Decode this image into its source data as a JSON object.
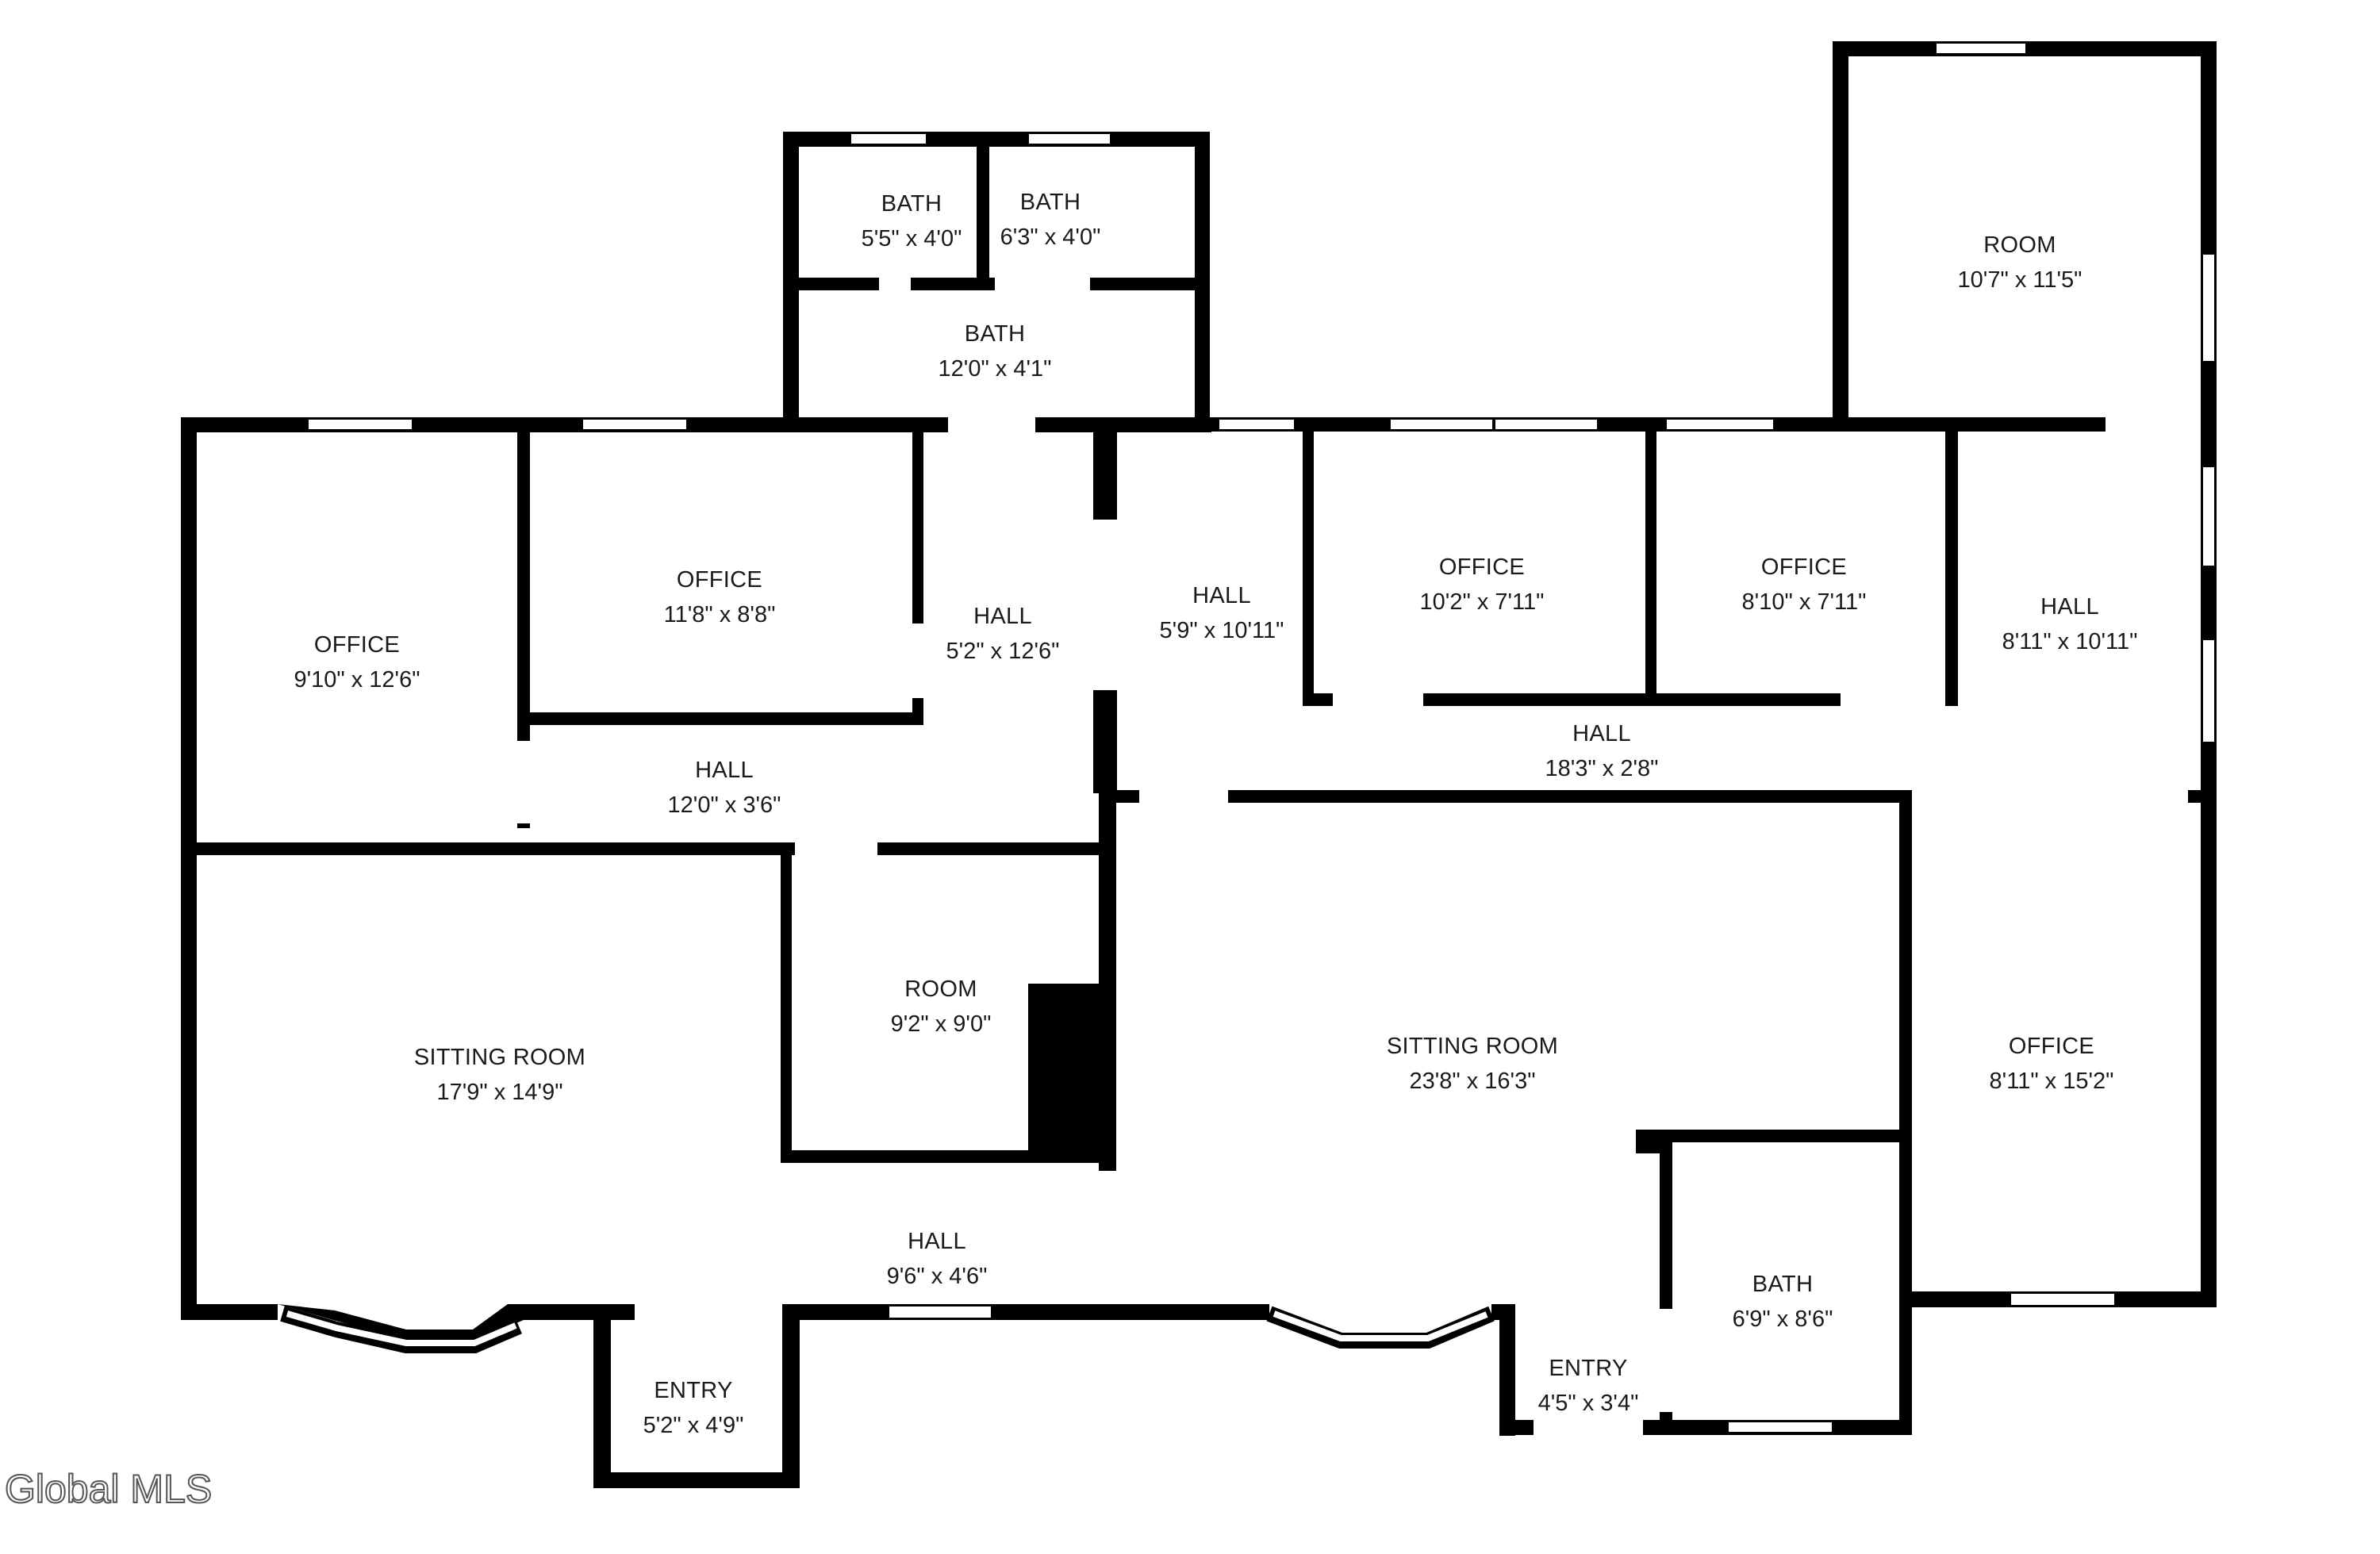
{
  "watermark": "Global MLS",
  "colors": {
    "wall": "#000000",
    "window": "#cfcfcf",
    "text": "#1a1a1a",
    "background": "#ffffff"
  },
  "rooms": [
    {
      "id": "bath-a",
      "name": "BATH",
      "dims": "5'5\" x 4'0\""
    },
    {
      "id": "bath-b",
      "name": "BATH",
      "dims": "6'3\" x 4'0\""
    },
    {
      "id": "bath-c",
      "name": "BATH",
      "dims": "12'0\" x 4'1\""
    },
    {
      "id": "room-top-right",
      "name": "ROOM",
      "dims": "10'7\" x 11'5\""
    },
    {
      "id": "office-west",
      "name": "OFFICE",
      "dims": "9'10\" x 12'6\""
    },
    {
      "id": "office-north",
      "name": "OFFICE",
      "dims": "11'8\" x 8'8\""
    },
    {
      "id": "hall-a",
      "name": "HALL",
      "dims": "5'2\" x 12'6\""
    },
    {
      "id": "hall-b",
      "name": "HALL",
      "dims": "5'9\" x 10'11\""
    },
    {
      "id": "office-c",
      "name": "OFFICE",
      "dims": "10'2\" x 7'11\""
    },
    {
      "id": "office-d",
      "name": "OFFICE",
      "dims": "8'10\" x 7'11\""
    },
    {
      "id": "hall-c",
      "name": "HALL",
      "dims": "8'11\" x 10'11\""
    },
    {
      "id": "hall-d",
      "name": "HALL",
      "dims": "12'0\" x 3'6\""
    },
    {
      "id": "hall-e",
      "name": "HALL",
      "dims": "18'3\" x 2'8\""
    },
    {
      "id": "sitting-west",
      "name": "SITTING ROOM",
      "dims": "17'9\" x 14'9\""
    },
    {
      "id": "room-middle",
      "name": "ROOM",
      "dims": "9'2\" x 9'0\""
    },
    {
      "id": "sitting-east",
      "name": "SITTING ROOM",
      "dims": "23'8\" x 16'3\""
    },
    {
      "id": "office-east",
      "name": "OFFICE",
      "dims": "8'11\" x 15'2\""
    },
    {
      "id": "hall-f",
      "name": "HALL",
      "dims": "9'6\" x 4'6\""
    },
    {
      "id": "bath-d",
      "name": "BATH",
      "dims": "6'9\" x 8'6\""
    },
    {
      "id": "entry-west",
      "name": "ENTRY",
      "dims": "5'2\" x 4'9\""
    },
    {
      "id": "entry-east",
      "name": "ENTRY",
      "dims": "4'5\" x 3'4\""
    }
  ]
}
